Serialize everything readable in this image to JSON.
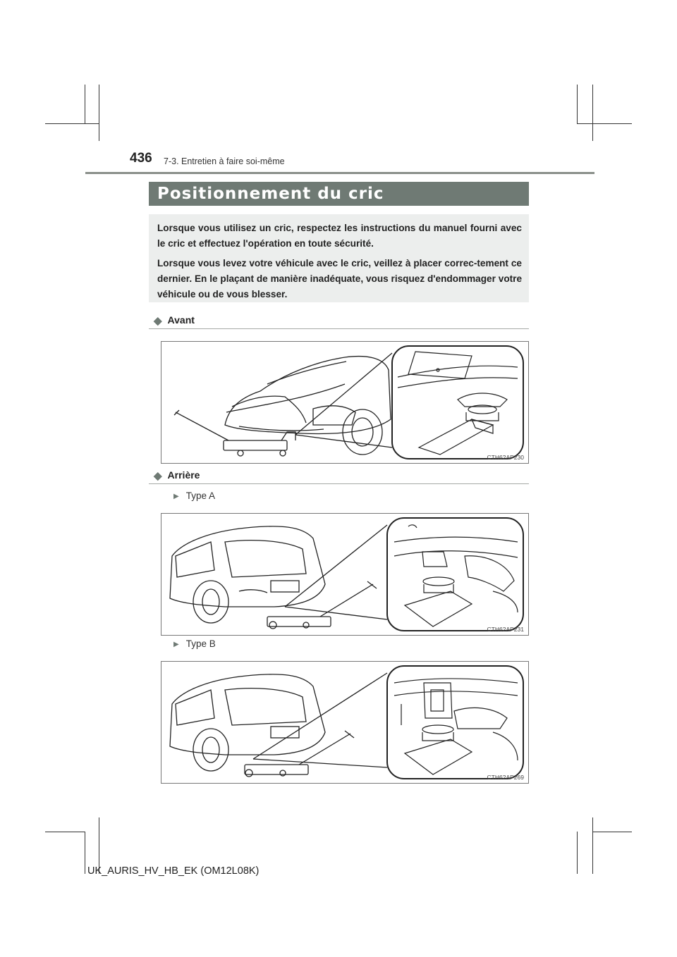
{
  "header": {
    "page_number": "436",
    "section_path": "7-3. Entretien à faire soi-même"
  },
  "title": "Positionnement du cric",
  "intro": {
    "paragraphs": [
      "Lorsque vous utilisez un cric, respectez les instructions du manuel fourni avec le cric et effectuez l'opération en toute sécurité.",
      "Lorsque vous levez votre véhicule avec le cric, veillez à placer correc-tement ce dernier. En le plaçant de manière inadéquate, vous risquez d'endommager votre véhicule ou de vous blesser."
    ]
  },
  "sections": {
    "front": {
      "heading": "Avant",
      "figure_code": "CTH62AP230"
    },
    "rear": {
      "heading": "Arrière",
      "type_a": {
        "label": "Type A",
        "figure_code": "CTH62AP231"
      },
      "type_b": {
        "label": "Type B",
        "figure_code": "CTH62AP269"
      }
    }
  },
  "footer": {
    "doc_id": "UK_AURIS_HV_HB_EK (OM12L08K)"
  },
  "icons": {
    "subhead_marker": "diamond-icon",
    "list_marker": "triangle-right-icon"
  },
  "colors": {
    "title_band": "#6f7a74",
    "intro_box": "#eceeed",
    "rule": "#8a8f8a"
  }
}
